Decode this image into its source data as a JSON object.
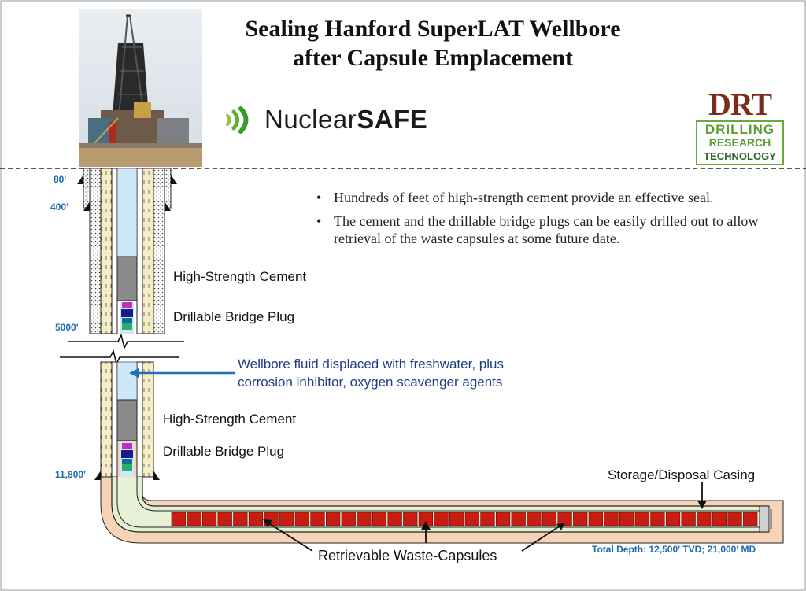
{
  "title": {
    "line1": "Sealing Hanford SuperLAT Wellbore",
    "line2": "after Capsule Emplacement"
  },
  "logos": {
    "nuclearsafe": {
      "regular": "Nuclear",
      "bold": "SAFE",
      "icon": "green-signal-waves-icon"
    },
    "drt": {
      "mark": "DRT",
      "line1": "DRILLING",
      "line2": "RESEARCH",
      "line3": "TECHNOLOGY"
    }
  },
  "bullets": [
    "Hundreds of feet of high-strength cement provide an effective seal.",
    "The cement and the drillable bridge plugs can be easily drilled out to allow retrieval of the waste capsules at some future date."
  ],
  "labels": {
    "cement_upper": "High-Strength Cement",
    "plug_upper": "Drillable Bridge Plug",
    "fluid_line1": "Wellbore fluid displaced with freshwater, plus",
    "fluid_line2": "corrosion inhibitor, oxygen scavenger agents",
    "cement_lower": "High-Strength Cement",
    "plug_lower": "Drillable Bridge Plug",
    "storage_casing": "Storage/Disposal Casing",
    "capsules": "Retrievable Waste-Capsules",
    "total_depth": "Total Depth: 12,500' TVD; 21,000' MD"
  },
  "depths": {
    "d80": "80'",
    "d400": "400'",
    "d5000": "5000'",
    "d11800": "11,800'"
  },
  "colors": {
    "fluid": "#cfe8f7",
    "cement_annulus": "#f7edc4",
    "outer_cement": "#f7d4b6",
    "plug": "#8a8a8a",
    "capsule": "#c81d12",
    "arrow_blue": "#1e6fbf",
    "depth_blue": "#1d6bb3"
  }
}
